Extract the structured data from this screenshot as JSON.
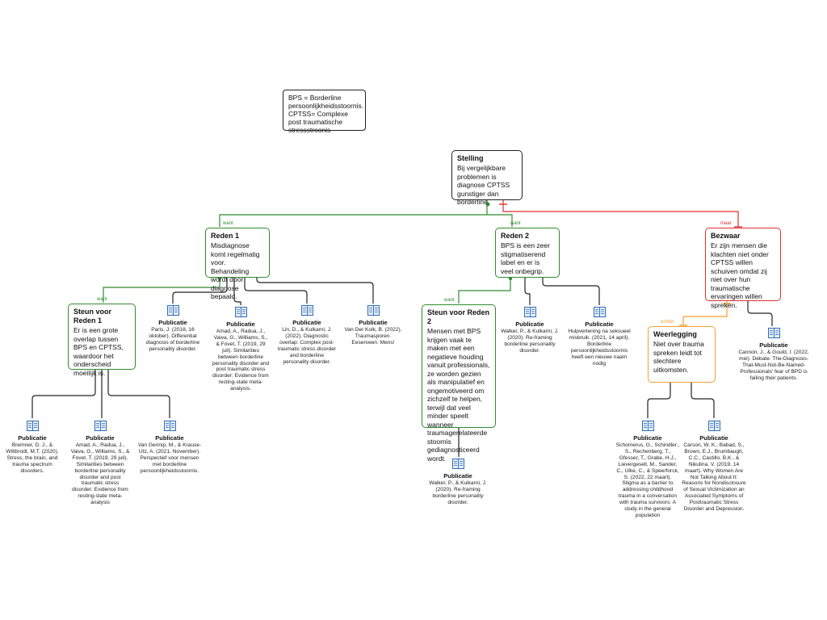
{
  "legend": {
    "text": "BPS = Borderline persoonlijkheidsstoornis. CPTSS= Complexe post traumatische stressstroonis"
  },
  "colors": {
    "support": "#2e8b2e",
    "objection": "#e03030",
    "rebuttal": "#f0a030",
    "neutral": "#222222",
    "book_icon": "#2f6db3"
  },
  "nodes": {
    "stelling": {
      "title": "Stelling",
      "text": "Bij vergelijkbare problemen is diagnose CPTSS gunstiger dan borderline"
    },
    "reden1": {
      "title": "Reden 1",
      "text": "Misdiagnose komt regelmatig voor. Behandeling wordt door diagnose bepaald."
    },
    "reden2": {
      "title": "Reden 2",
      "text": "BPS is een zeer stigmatiserend label en er is veel onbegrip."
    },
    "bezwaar": {
      "title": "Bezwaar",
      "text": "Er zijn mensen die klachten niet onder CPTSS willen schuiven omdat zij niet over hun traumatische ervaringen willen spreken."
    },
    "steun1": {
      "title": "Steun voor Reden 1",
      "text": "Er is een grote overlap tussen BPS en CPTSS, waardoor het onderscheid moeilijk is."
    },
    "steun2": {
      "title": "Steun voor Reden 2",
      "text": "Mensen met BPS krijgen vaak te maken met een negatieve houding vanuit professionals, ze worden gezien als manipulatief en ongemotiveerd om zichzelf te helpen, terwijl dat veel minder speelt wanneer traumagerelateerde stoornis gediagnosticeerd wordt."
    },
    "weerlegging": {
      "title": "Weerlegging",
      "text": "Niet over trauma spreken leidt tot slechtere uitkomsten."
    }
  },
  "edge_labels": {
    "want": "want",
    "maar": "maar",
    "echter": "echter"
  },
  "publications": {
    "r1_a": {
      "title": "Publicatie",
      "text": "Paris, J. (2018, 16 oktober). Differential diagnosis of borderline personality disorder."
    },
    "r1_b": {
      "title": "Publicatie",
      "text": "Amad, A., Radua, J., Vaiva, G., Williams, S., & Fovet, T. (2019, 29 juli). Similarities between borderline personality disorder and post traumatic stress disorder: Evidence from resting-state meta-analysis."
    },
    "r1_c": {
      "title": "Publicatie",
      "text": "Lin, D., & Kulkarni, J. (2022). Diagnostic overlap: Complex post-traumatic stress disorder and borderline personality disorder."
    },
    "r1_d": {
      "title": "Publicatie",
      "text": "Van Der Kolk, B. (2022). Traumasporen. Eeserveen: Mens!"
    },
    "s1_a": {
      "title": "Publicatie",
      "text": "Bremner, D. J., & Wittbrodt, M.T. (2020). Stress, the brain, and trauma spectrum disorders."
    },
    "s1_b": {
      "title": "Publicatie",
      "text": "Amad, A., Radua, J., Vaiva, G., Williams, S., & Fovet, T. (2019, 29 juli). Similarities between borderline personality disorder and post traumatic stress disorder: Evidence from resting-state meta-analysis"
    },
    "s1_c": {
      "title": "Publicatie",
      "text": "Van Gennip, M., & Krause-Utz, A. (2021, November). Perspectief voor mensen met borderline persoonlijkheidsstoornis."
    },
    "r2_a": {
      "title": "Publicatie",
      "text": "Walker, P., & Kulkarni, J. (2020). Re-framing borderline personality disorder."
    },
    "r2_b": {
      "title": "Publicatie",
      "text": "Hulpverlening na seksueel misbruik. (2021, 14 april). Borderline persoonlijkheidsstoornis heeft een nieuwe naam nodig"
    },
    "s2_a": {
      "title": "Publicatie",
      "text": "Walker, P., & Kulkarni, J. (2020). Re-framing borderline personality disorder."
    },
    "bz_a": {
      "title": "Publicatie",
      "text": "Cannon, J., & Gould, I. (2022, mei). Debate: The-Diagnosis-That-Must-Not-Be-Named- Professionals' fear of BPD is failing their patients."
    },
    "w_a": {
      "title": "Publicatie",
      "text": "Schomerus, G., Schindler., S., Rechenberg, T., Gfesser, T., Grabe, H.J., Lievergesell, M., Sander, C., Ulke, C., & Speerforck, S. (2022, 22 maart). Stigma as a barrier to addressing childhood trauma in a conversation with trauma survivors: A study in the general population"
    },
    "w_b": {
      "title": "Publicatie",
      "text": "Carson, W. K., Babad, S., Brown, E.J., Brumbaugh, C.C., Castillo, B.K., & Nikulina, V. (2019, 14 maart). Why Women Are Not Talking About It: Reasons for Nondisclosure of Sexual Victimization an Associated Symptoms of Posttraumatic Stress Disorder and Depression."
    }
  }
}
